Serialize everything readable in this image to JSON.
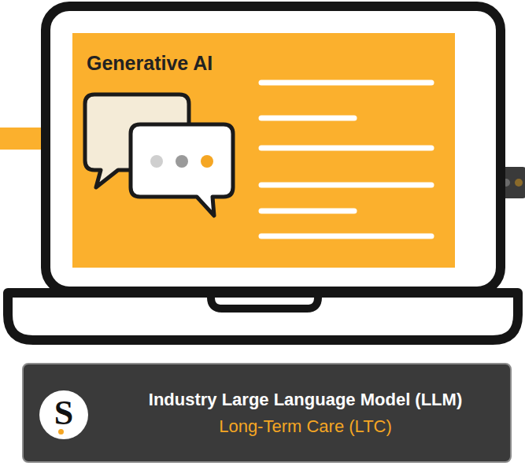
{
  "diagram": {
    "nodes": [
      {
        "text": [
          "Generative AI"
        ]
      },
      {
        "text": [
          "Industry Large Language Model (LLM)",
          "Long-Term Care (LTC)"
        ]
      },
      {
        "text": [
          "S"
        ],
        "in": 1
      }
    ]
  }
}
